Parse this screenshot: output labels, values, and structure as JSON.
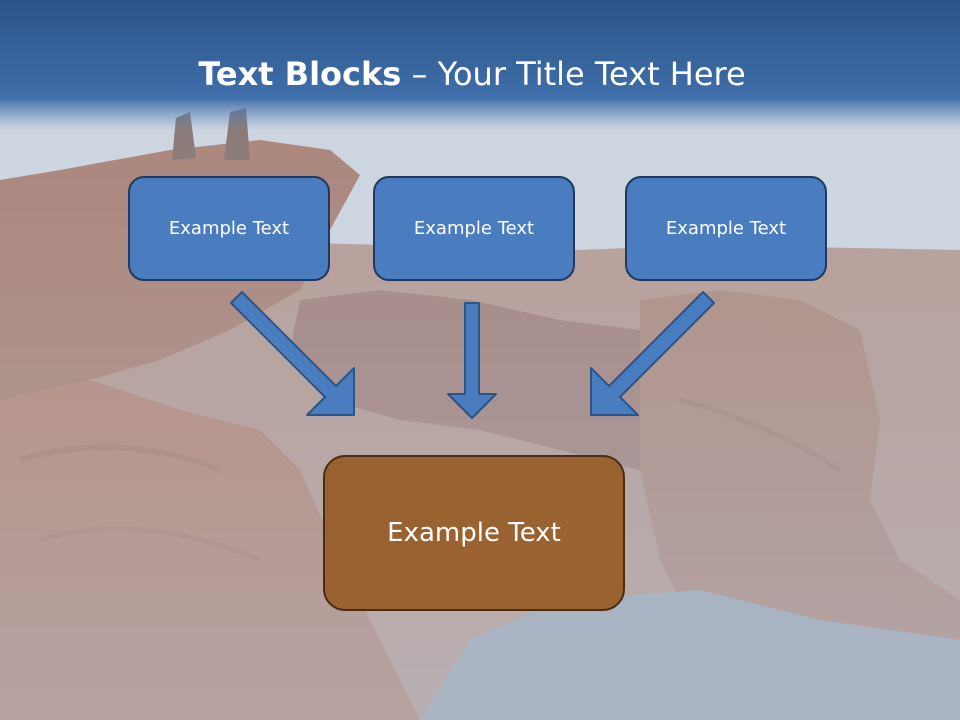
{
  "slide": {
    "title_bold": "Text Blocks",
    "title_separator": " – ",
    "title_rest": "Your Title Text Here"
  },
  "boxes": [
    {
      "label": "Example Text"
    },
    {
      "label": "Example Text"
    },
    {
      "label": "Example Text"
    }
  ],
  "result_box": {
    "label": "Example Text"
  },
  "colors": {
    "header_blue": "#3a6aa8",
    "box_blue": "#4a7cc0",
    "box_blue_border": "#1f3a5e",
    "result_brown": "#9a6230",
    "result_border": "#4a2c10",
    "arrow_fill": "#4a7cc0",
    "arrow_stroke": "#2a5588"
  }
}
